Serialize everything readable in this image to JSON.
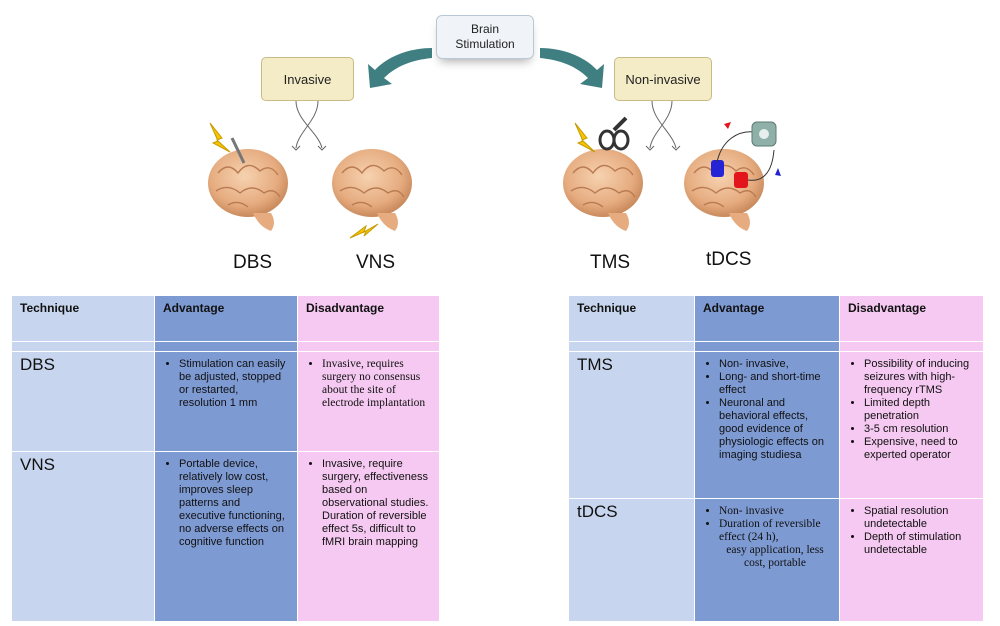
{
  "diagram": {
    "top": "Brain\nStimulation",
    "invasive": "Invasive",
    "noninvasive": "Non-invasive",
    "techniques": [
      "DBS",
      "VNS",
      "TMS",
      "tDCS"
    ]
  },
  "tables": {
    "headers": {
      "technique": "Technique",
      "advantage": "Advantage",
      "disadvantage": "Disadvantage"
    },
    "left": [
      {
        "name": "DBS",
        "advantage": [
          "Stimulation can easily be adjusted, stopped or restarted, resolution 1 mm"
        ],
        "disadvantage": [
          "Invasive, requires surgery no consensus about the site of electrode implantation"
        ]
      },
      {
        "name": "VNS",
        "advantage": [
          "Portable device, relatively low cost, improves sleep patterns and executive functioning, no adverse effects on cognitive function"
        ],
        "disadvantage": [
          "Invasive, require surgery, effectiveness based on observational studies. Duration of reversible effect 5s, difficult to fMRI brain mapping"
        ]
      }
    ],
    "right": [
      {
        "name": "TMS",
        "advantage": [
          "Non- invasive,",
          "Long- and short-time effect",
          "Neuronal and behavioral effects, good evidence of physiologic effects on imaging studiesa"
        ],
        "disadvantage": [
          "Possibility of inducing seizures with high-frequency rTMS",
          "Limited depth penetration",
          "3-5 cm resolution",
          "Expensive, need to experted operator"
        ]
      },
      {
        "name": "tDCS",
        "advantage": [
          "Non- invasive",
          "Duration of reversible effect (24 h),",
          "easy application, less cost, portable"
        ],
        "disadvantage": [
          "Spatial resolution undetectable",
          "Depth of stimulation undetectable"
        ]
      }
    ]
  },
  "colors": {
    "technique": "#c7d6ee",
    "advantage": "#7e9ad3",
    "disadvantage": "#f5c9f1",
    "arrow": "#3f7f82",
    "category_box": "#f3ecc6",
    "brain": "#e9b48a",
    "lightning": "#f6c400",
    "electrode_anode": "#e3141b",
    "electrode_cathode": "#2424d6"
  },
  "icons": [
    "brain-icon",
    "lightning-icon",
    "coil-icon",
    "stimulator-icon",
    "curved-arrow-icon"
  ]
}
